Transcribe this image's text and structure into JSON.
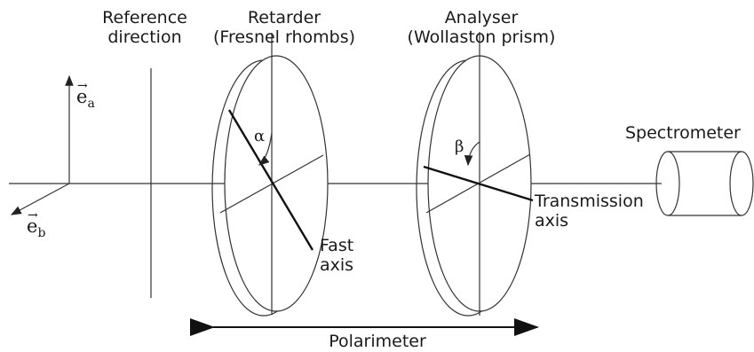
{
  "labels": {
    "reference": "Reference direction",
    "reference_line1": "Reference",
    "reference_line2": "direction",
    "retarder_line1": "Retarder",
    "retarder_line2": "(Fresnel rhombs)",
    "analyser_line1": "Analyser",
    "analyser_line2": "(Wollaston prism)",
    "spectrometer": "Spectrometer",
    "fast_axis_line1": "Fast",
    "fast_axis_line2": "axis",
    "transmission_line1": "Transmission",
    "transmission_line2": "axis",
    "polarimeter": "Polarimeter",
    "alpha": "α",
    "beta": "β",
    "ea_base": "e",
    "ea_sub": "a",
    "eb_base": "e",
    "eb_sub": "b"
  },
  "colors": {
    "line": "#333333",
    "text": "#1a1a1a"
  }
}
